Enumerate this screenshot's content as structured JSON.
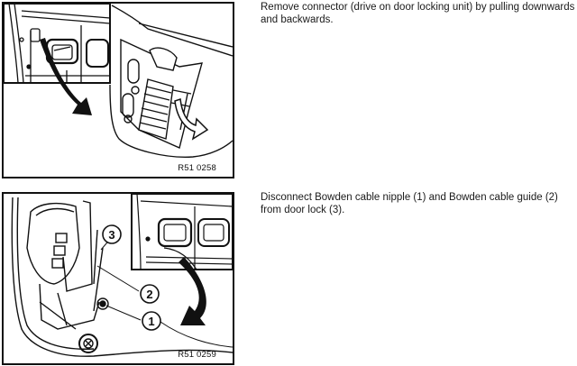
{
  "steps": [
    {
      "figure_ref": "R51 0258",
      "instruction": "Remove connector (drive on door locking unit) by pulling downwards and backwards."
    },
    {
      "figure_ref": "R51 0259",
      "instruction": "Disconnect Bowden cable nipple (1) and Bowden cable guide (2) from door lock (3).",
      "callouts": [
        "1",
        "2",
        "3"
      ]
    }
  ]
}
